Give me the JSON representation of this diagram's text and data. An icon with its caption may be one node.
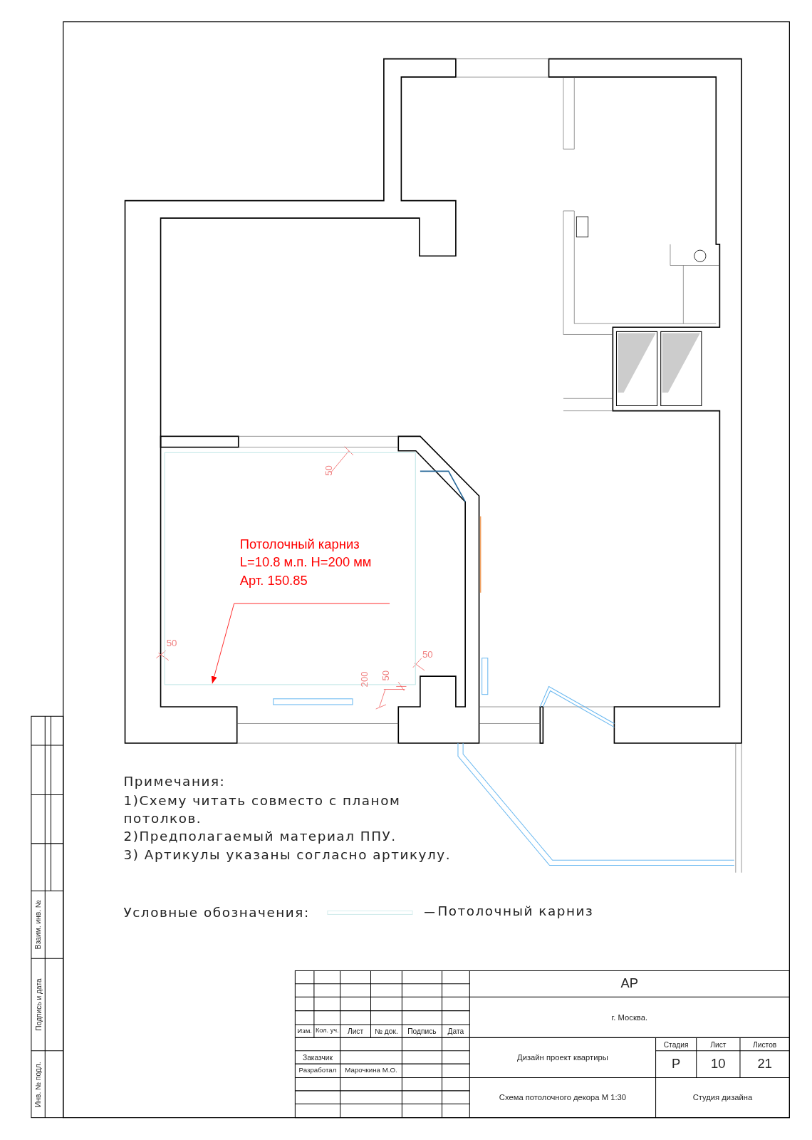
{
  "diagram": {
    "nodes": [
      {
        "text": [],
        "shape": "box"
      },
      {
        "text": [
          "Потолочный карниз L=10.8 м.п. H=200 мм Арт. 150.85"
        ],
        "in": 0
      }
    ],
    "edges": [
      {
        "from": 1,
        "to": 0,
        "arrow": "to",
        "color": "#ff0000"
      }
    ],
    "labels": [
      "50",
      "50",
      "50",
      "200",
      "50",
      "Примечания:",
      "1)Схему читать совместо с планом потолков.",
      "2)Предполагаемый материал ППУ.",
      "3) Артикулы указаны согласно артикулу.",
      "Условные обозначения:",
      "АР",
      "г. Москва.",
      "Изм.",
      "Кол. уч.",
      "Лист",
      "№ док.",
      "Подпись",
      "Дата",
      "Заказчик",
      "Разработал",
      "Марочкина М.О.",
      "Дизайн проект квартиры",
      "Стадия",
      "Лист",
      "Листов",
      "Р",
      "10",
      "21",
      "Схема потолочного декора М 1:30",
      "Студия дизайна",
      "Взаим. инв. №",
      "Подпись и дата",
      "Инв. № подл."
    ],
    "legend": [
      {
        "text": "Потолочный карниз"
      }
    ]
  }
}
